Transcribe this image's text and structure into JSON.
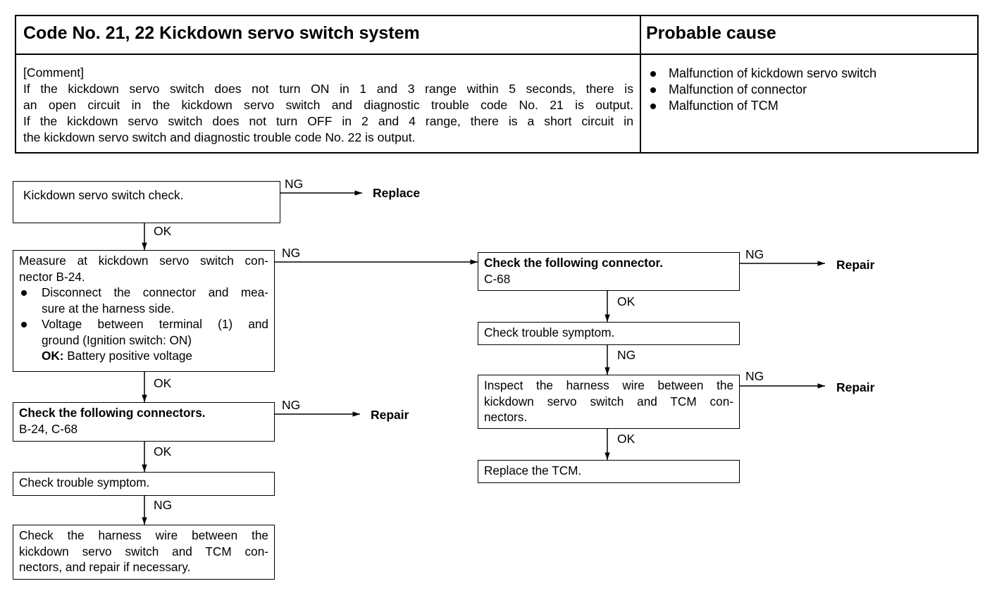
{
  "header": {
    "title": "Code No. 21, 22 Kickdown servo switch system",
    "cause_title": "Probable cause",
    "comment_heading": "[Comment]",
    "comment_lines": [
      "If the kickdown servo switch does not turn ON in 1 and 3 range within 5 seconds, there is",
      "an open circuit in the kickdown servo switch and diagnostic trouble code No. 21 is output.",
      "If the kickdown servo switch does not turn OFF in 2 and 4 range, there is a short circuit in",
      "the kickdown servo switch and diagnostic trouble code No. 22 is output."
    ],
    "causes": [
      "Malfunction of kickdown servo switch",
      "Malfunction of connector",
      "Malfunction of TCM"
    ]
  },
  "flow": {
    "step1": "Kickdown servo switch check.",
    "step2": {
      "line1": "Measure at kickdown servo switch con-",
      "line2": "nector B-24.",
      "b1_line1": "Disconnect the connector and mea-",
      "b1_line2": "sure at the harness side.",
      "b2_line1": "Voltage between terminal (1) and",
      "b2_line2": "ground (Ignition switch: ON)",
      "ok_label": "OK:",
      "ok_value": "Battery positive voltage"
    },
    "step3": {
      "title": "Check the following connectors.",
      "body": "B-24, C-68"
    },
    "step4": "Check trouble symptom.",
    "step5": {
      "line1": "Check the harness wire between the",
      "line2": "kickdown servo switch and TCM con-",
      "line3": "nectors, and repair if necessary."
    },
    "r1": {
      "title": "Check the following connector.",
      "body": "C-68"
    },
    "r2": "Check trouble symptom.",
    "r3": {
      "line1": "Inspect the harness wire between the",
      "line2": "kickdown servo switch and TCM con-",
      "line3": "nectors."
    },
    "r4": "Replace the TCM.",
    "results": {
      "replace": "Replace",
      "repair": "Repair"
    },
    "labels": {
      "ok": "OK",
      "ng": "NG"
    }
  }
}
